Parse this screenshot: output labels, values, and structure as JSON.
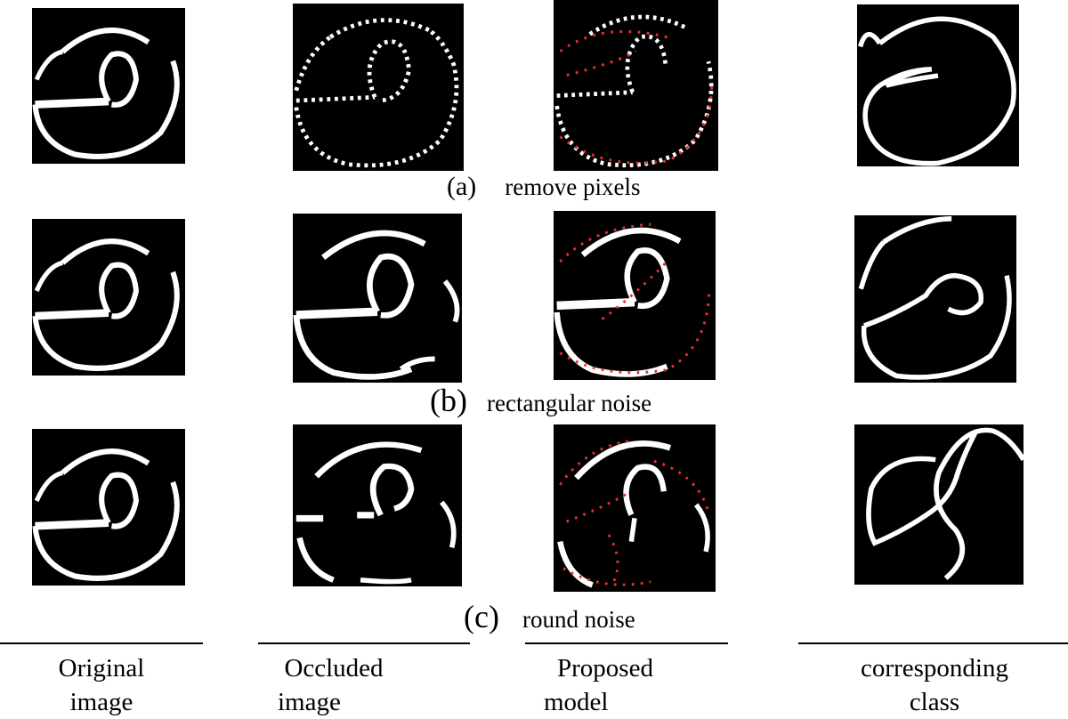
{
  "colors": {
    "stroke": "#ffffff",
    "background": "#000000",
    "marker": "#e83030"
  },
  "rows": [
    {
      "label": "(a)",
      "caption": "remove pixels"
    },
    {
      "label": "(b)",
      "caption": "rectangular noise"
    },
    {
      "label": "(c)",
      "caption": "round noise"
    }
  ],
  "columns": [
    {
      "line1": "Original",
      "line2": "image"
    },
    {
      "line1": "Occluded",
      "line2": "image"
    },
    {
      "line1": "Proposed",
      "line2": "model"
    },
    {
      "line1": "corresponding",
      "line2": "class"
    }
  ]
}
